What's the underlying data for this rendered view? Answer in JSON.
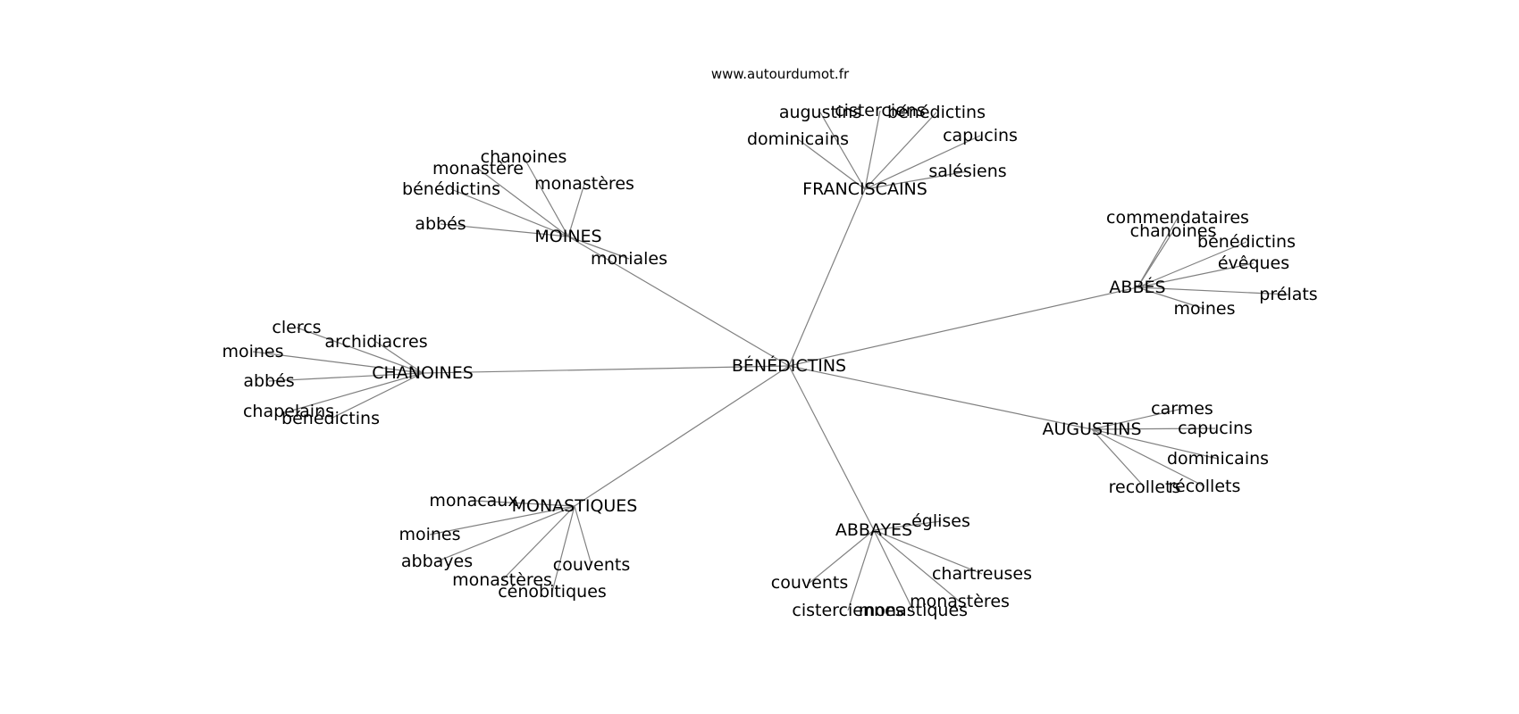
{
  "site": "www.autourdumot.fr",
  "colors": {
    "edge": "#808080",
    "text": "#000000",
    "background": "#ffffff"
  },
  "root": "BÉNÉDICTINS",
  "clusters": [
    {
      "label": "FRANCISCAINS",
      "children": [
        "augustins",
        "cisterciens",
        "bénédictins",
        "dominicains",
        "capucins",
        "salésiens"
      ]
    },
    {
      "label": "MOINES",
      "children": [
        "chanoines",
        "monastère",
        "monastères",
        "bénédictins",
        "abbés",
        "moniales"
      ]
    },
    {
      "label": "ABBÉS",
      "children": [
        "commendataires",
        "chanoines",
        "bénédictins",
        "évêques",
        "prélats",
        "moines"
      ]
    },
    {
      "label": "CHANOINES",
      "children": [
        "clercs",
        "archidiacres",
        "moines",
        "abbés",
        "chapelains",
        "bénédictins"
      ]
    },
    {
      "label": "AUGUSTINS",
      "children": [
        "carmes",
        "capucins",
        "dominicains",
        "recollets",
        "récollets"
      ]
    },
    {
      "label": "MONASTIQUES",
      "children": [
        "monacaux",
        "moines",
        "abbayes",
        "monastères",
        "cénobitiques",
        "couvents"
      ]
    },
    {
      "label": "ABBAYES",
      "children": [
        "églises",
        "couvents",
        "chartreuses",
        "monastères",
        "cisterciennes",
        "monastiques"
      ]
    }
  ]
}
